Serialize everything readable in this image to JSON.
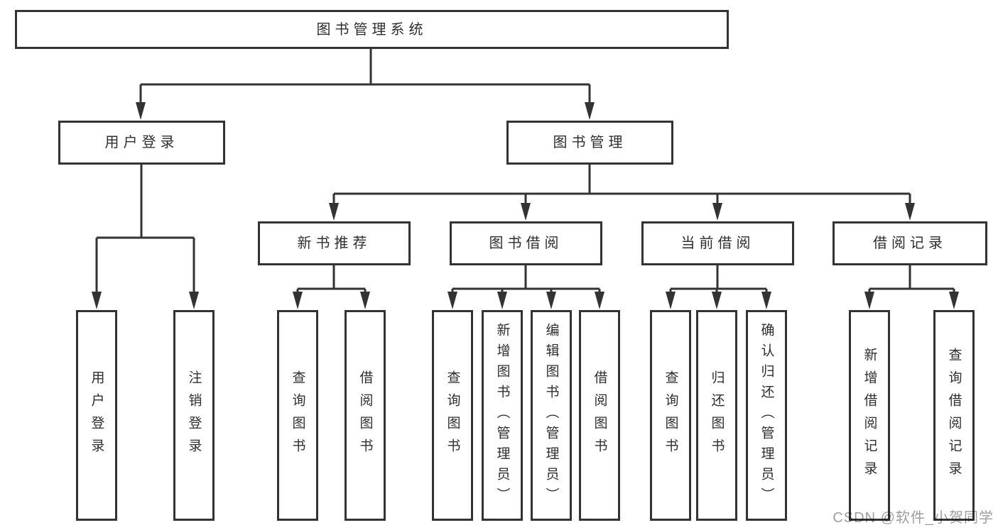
{
  "nodes": {
    "root": {
      "label": "图书管理系统"
    },
    "level2": [
      {
        "label": "用户登录"
      },
      {
        "label": "图书管理"
      }
    ],
    "level3": [
      {
        "label": "新书推荐",
        "parent": "图书管理"
      },
      {
        "label": "图书借阅",
        "parent": "图书管理"
      },
      {
        "label": "当前借阅",
        "parent": "图书管理"
      },
      {
        "label": "借阅记录",
        "parent": "图书管理"
      }
    ],
    "leaves": [
      {
        "label": "用户登录",
        "parent": "用户登录"
      },
      {
        "label": "注销登录",
        "parent": "用户登录"
      },
      {
        "label": "查询图书",
        "parent": "新书推荐"
      },
      {
        "label": "借阅图书",
        "parent": "新书推荐"
      },
      {
        "label": "查询图书",
        "parent": "图书借阅"
      },
      {
        "label": "新增图书（管理员）",
        "parent": "图书借阅"
      },
      {
        "label": "编辑图书（管理员）",
        "parent": "图书借阅"
      },
      {
        "label": "借阅图书",
        "parent": "图书借阅"
      },
      {
        "label": "查询图书",
        "parent": "当前借阅"
      },
      {
        "label": "归还图书",
        "parent": "当前借阅"
      },
      {
        "label": "确认归还（管理员）",
        "parent": "当前借阅"
      },
      {
        "label": "新增借阅记录",
        "parent": "借阅记录"
      },
      {
        "label": "查询借阅记录",
        "parent": "借阅记录"
      }
    ]
  },
  "watermark": {
    "text": "CSDN @软件_小贺同学"
  },
  "colors": {
    "line": "#333333",
    "box_border": "#333333",
    "text": "#2e2e2e",
    "watermark": "#9e9e9e",
    "background": "#ffffff"
  }
}
